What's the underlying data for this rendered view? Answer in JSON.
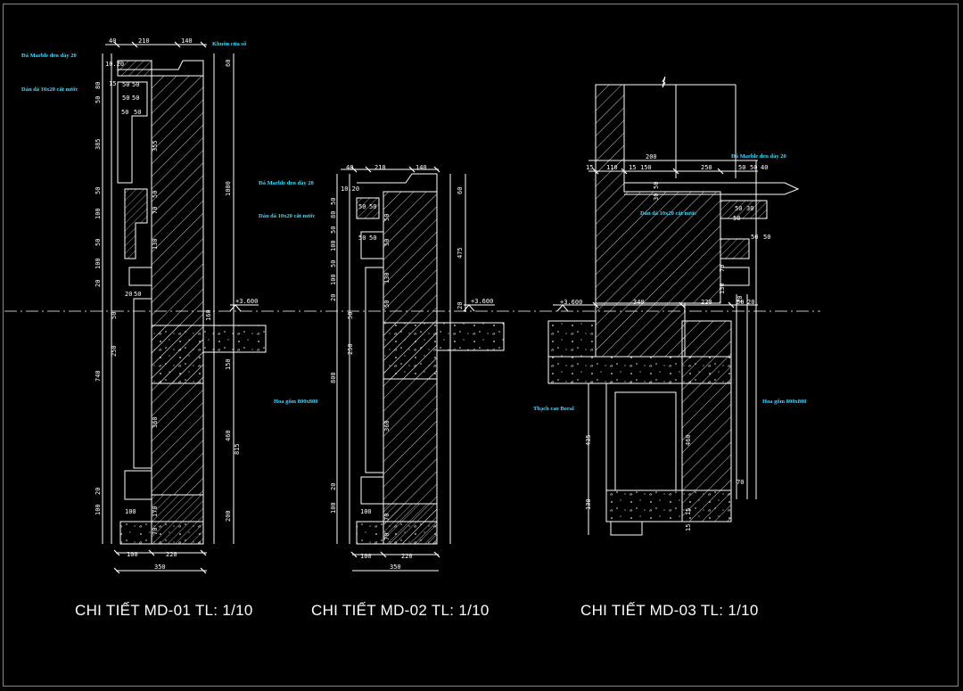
{
  "details": [
    {
      "caption": "CHI TIẾT MD-01 TL: 1/10",
      "level": "+3.600",
      "notes": [
        "Khuôn cửa sổ",
        "Đá Marble đen dày 20",
        "Dán đá 10x20 cắt nước"
      ],
      "dims_top": [
        "40",
        "210",
        "140"
      ],
      "dims_bottom": [
        "100",
        "220",
        "350"
      ],
      "dims_right": [
        "60",
        "1000",
        "160",
        "150",
        "460",
        "815",
        "200"
      ],
      "dims_left": [
        "10.20",
        "15",
        "80",
        "50",
        "385",
        "50",
        "100",
        "50",
        "100",
        "20",
        "50",
        "250",
        "740",
        "20",
        "100"
      ],
      "dims_inner": [
        "50",
        "50",
        "50",
        "50",
        "50",
        "50",
        "355",
        "50",
        "70",
        "130",
        "20",
        "50",
        "360",
        "100",
        "170",
        "70"
      ]
    },
    {
      "caption": "CHI TIẾT MD-02 TL: 1/10",
      "level": "+3.600",
      "notes": [
        "Đá Marble đen dày 20",
        "Dán đá 10x20 cắt nước",
        "Hoa gốm 800x800"
      ],
      "dims_top": [
        "40",
        "210",
        "140"
      ],
      "dims_bottom": [
        "100",
        "220",
        "350"
      ],
      "dims_right": [
        "60",
        "475",
        "20"
      ],
      "dims_left": [
        "10.20",
        "50",
        "80",
        "50",
        "100",
        "50",
        "100",
        "20",
        "50",
        "250",
        "800",
        "20",
        "100"
      ],
      "dims_inner": [
        "50",
        "50",
        "50",
        "50",
        "50",
        "50",
        "130",
        "50",
        "360",
        "100",
        "70",
        "70"
      ]
    },
    {
      "caption": "CHI TIẾT MD-03 TL: 1/10",
      "level": "+3.600",
      "notes": [
        "Đá Marble đen dày 20",
        "Dán đá 10x20 cắt nước",
        "Hoa gốm 800x800",
        "Thạch cao Boral"
      ],
      "dims_top": [
        "200",
        "15",
        "110",
        "15",
        "150",
        "250",
        "50",
        "50",
        "40"
      ],
      "dims_mid": [
        "340",
        "220",
        "50",
        "20"
      ],
      "dims_left": [
        "435",
        "130",
        "15"
      ],
      "dims_inner": [
        "50",
        "30",
        "50",
        "30",
        "50",
        "50",
        "50",
        "70",
        "130",
        "20",
        "460",
        "70",
        "15"
      ]
    }
  ]
}
